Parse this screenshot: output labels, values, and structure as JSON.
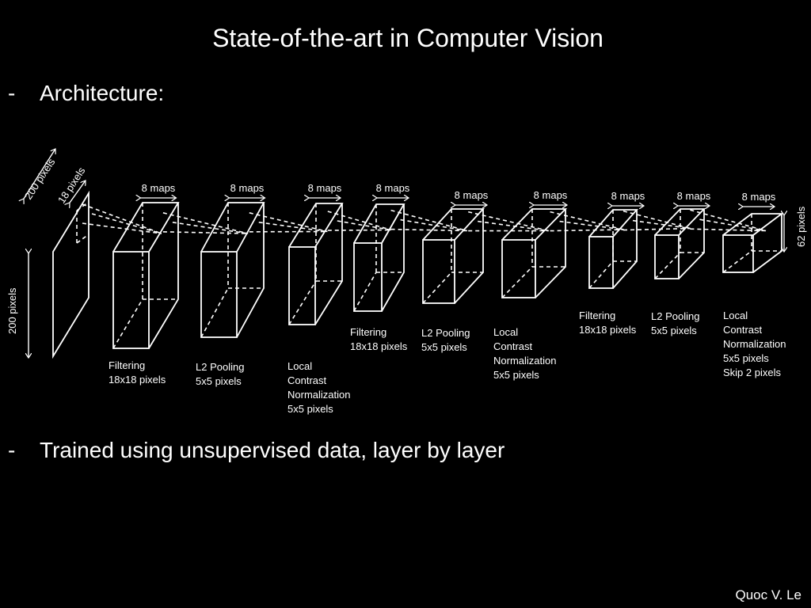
{
  "title": "State-of-the-art in Computer Vision",
  "bullets": [
    {
      "marker": "-",
      "text": "Architecture:"
    },
    {
      "marker": "-",
      "text": "Trained using unsupervised data, layer by layer"
    }
  ],
  "author": "Quoc V. Le",
  "input": {
    "width_label": "200 pixels",
    "receptive_label": "18 pixels",
    "height_label": "200 pixels"
  },
  "output_size_label": "62 pixels",
  "blocks": [
    {
      "maps": "8 maps",
      "caption": [
        "Filtering",
        "18x18 pixels"
      ]
    },
    {
      "maps": "8 maps",
      "caption": [
        "L2 Pooling",
        "5x5 pixels"
      ]
    },
    {
      "maps": "8 maps",
      "caption": [
        "Local",
        "Contrast",
        "Normalization",
        "5x5 pixels"
      ]
    },
    {
      "maps": "8 maps",
      "caption": [
        "Filtering",
        "18x18 pixels"
      ]
    },
    {
      "maps": "8 maps",
      "caption": [
        "L2 Pooling",
        "5x5 pixels"
      ]
    },
    {
      "maps": "8 maps",
      "caption": [
        "Local",
        "Contrast",
        "Normalization",
        "5x5 pixels"
      ]
    },
    {
      "maps": "8 maps",
      "caption": [
        "Filtering",
        "18x18 pixels"
      ]
    },
    {
      "maps": "8 maps",
      "caption": [
        "L2 Pooling",
        "5x5 pixels"
      ]
    },
    {
      "maps": "8 maps",
      "caption": [
        "Local",
        "Contrast",
        "Normalization",
        "5x5 pixels",
        "Skip 2 pixels"
      ]
    }
  ]
}
